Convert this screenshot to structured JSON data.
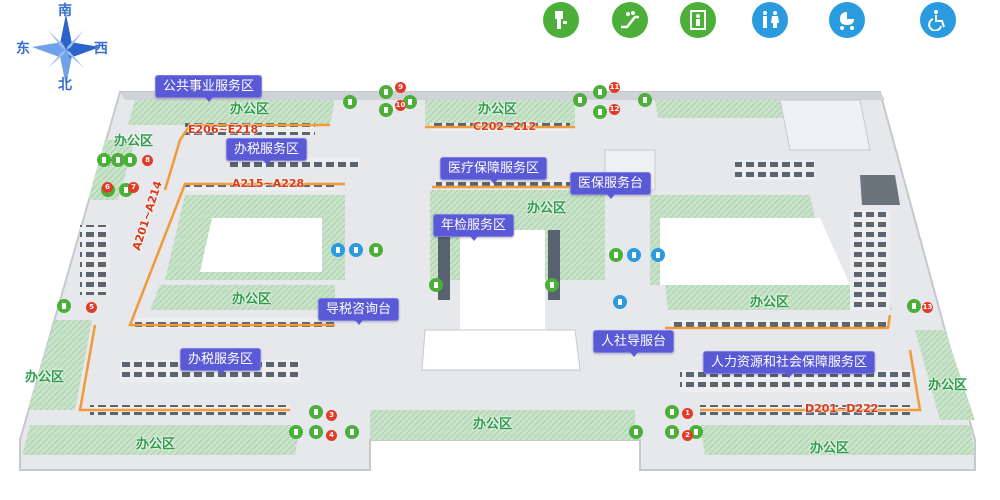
{
  "compass": {
    "south": "南",
    "north": "北",
    "east": "东",
    "west": "西"
  },
  "legend_icons": [
    {
      "name": "water-dispenser-icon",
      "color": "#4caf3a"
    },
    {
      "name": "escalator-icon",
      "color": "#4caf3a"
    },
    {
      "name": "elevator-icon",
      "color": "#4caf3a"
    },
    {
      "name": "restroom-icon",
      "color": "#2b9be0"
    },
    {
      "name": "baby-stroller-icon",
      "color": "#2b9be0"
    },
    {
      "name": "accessible-icon",
      "color": "#2b9be0"
    }
  ],
  "zones": {
    "public_affairs": "公共事业服务区",
    "tax_north": "办税服务区",
    "medical_insurance": "医疗保障服务区",
    "medical_insurance_desk": "医保服务台",
    "annual_inspection": "年检服务区",
    "tax_consult_desk": "导税咨询台",
    "tax_south": "办税服务区",
    "social_desk": "人社导服台",
    "hr_social": "人力资源和社会保障服务区"
  },
  "ranges": {
    "e": "E206~E218",
    "c": "C202~212",
    "a_top": "A215~A228",
    "a_side": "A201~A214",
    "d": "D201~D222"
  },
  "office_label": "办公区",
  "markers": [
    "1",
    "2",
    "3",
    "4",
    "5",
    "6",
    "7",
    "8",
    "9",
    "10",
    "11",
    "12",
    "13"
  ],
  "colors": {
    "floor": "#e9ebee",
    "office_green": "#cfe6d0",
    "desk_line": "#f29a3a",
    "label_bg": "#5a5ad6",
    "marker_green": "#4caf3a",
    "marker_blue": "#2b9be0",
    "number_red": "#e23b2a"
  }
}
